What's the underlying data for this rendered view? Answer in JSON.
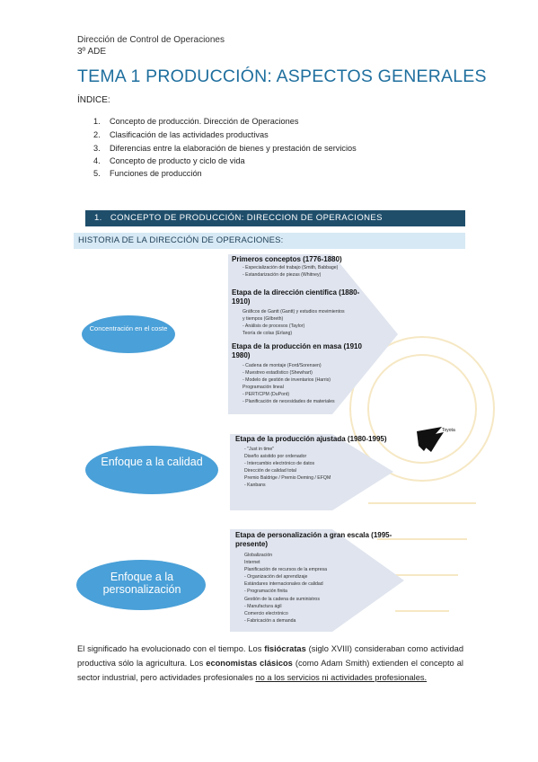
{
  "header": {
    "course": "Dirección de Control de Operaciones",
    "year": "3º ADE"
  },
  "title": "TEMA 1 PRODUCCIÓN: ASPECTOS GENERALES",
  "index": {
    "label": "ÍNDICE:",
    "items": [
      {
        "n": "1.",
        "text": "Concepto de producción. Dirección de Operaciones"
      },
      {
        "n": "2.",
        "text": "Clasificación de las actividades productivas"
      },
      {
        "n": "3.",
        "text": "Diferencias entre la elaboración de bienes y prestación de servicios"
      },
      {
        "n": "4.",
        "text": "Concepto de producto y ciclo de vida"
      },
      {
        "n": "5.",
        "text": "Funciones de producción"
      }
    ]
  },
  "section": {
    "number": "1.",
    "title": "CONCEPTO DE PRODUCCIÓN: DIRECCION DE OPERACIONES"
  },
  "subsection": "HISTORIA DE LA DIRECCIÓN DE OPERACIONES:",
  "diagram": {
    "colors": {
      "oval": "#4aa0d8",
      "chevron": "#dfe4ee"
    },
    "blocks": [
      {
        "oval": "Concentración en el coste",
        "stages": [
          {
            "title": "Primeros conceptos (1776-1880)",
            "items": [
              "- Especialización del trabajo (Smith, Babbage)",
              "- Estandarización de piezas (Whitney)"
            ]
          },
          {
            "title": "Etapa de la dirección científica (1880-1910)",
            "items": [
              "Gráficos de Gantt (Gantt) y estudios movimientos",
              "y tiempos (Gilbreth)",
              "- Análisis de procesos (Taylor)",
              "Teoría de colas (Erlang)"
            ]
          },
          {
            "title": "Etapa de la producción en masa (1910 1980)",
            "items": [
              "- Cadena de montaje (Ford/Sorensen)",
              "- Muestreo estadístico (Shewhart)",
              "- Modelo de gestión de inventarios (Harris)",
              "Programación lineal",
              "- PERT/CPM (DuPont)",
              "- Planificación de necesidades de materiales"
            ]
          }
        ]
      },
      {
        "oval": "Enfoque a la calidad",
        "logo": "Toyota",
        "stages": [
          {
            "title": "Etapa de la producción ajustada (1980-1995)",
            "items": [
              "- \"Just in time\"",
              "Diseño asistido por ordenador",
              "- Intercambio electrónico de datos",
              "Dirección de calidad total",
              "Premio Baldrige / Premio Deming / EFQM",
              "- Kanbans"
            ]
          }
        ]
      },
      {
        "oval": "Enfoque a la personalización",
        "stages": [
          {
            "title": "Etapa de personalización a gran escala (1995-presente)",
            "items": [
              "Globalización",
              "Internet",
              "Planificación de recursos de la empresa",
              "- Organización del aprendizaje",
              "Estándares internacionales de calidad",
              "- Programación finita",
              "Gestión de la cadena de suministros",
              "- Manufactura ágil",
              "Comercio electrónico",
              "- Fabricación a demanda"
            ]
          }
        ]
      }
    ]
  },
  "paragraph": {
    "p1": "El significado ha evolucionado con el tiempo. Los ",
    "b1": "fisiócratas",
    "p2": " (siglo XVIII) consideraban como actividad productiva sólo la agricultura. Los ",
    "b2": "economistas clásicos",
    "p3": " (como Adam Smith) extienden el concepto al sector industrial, pero actividades profesionales ",
    "u1": "no a los servicios ni actividades profesionales."
  }
}
